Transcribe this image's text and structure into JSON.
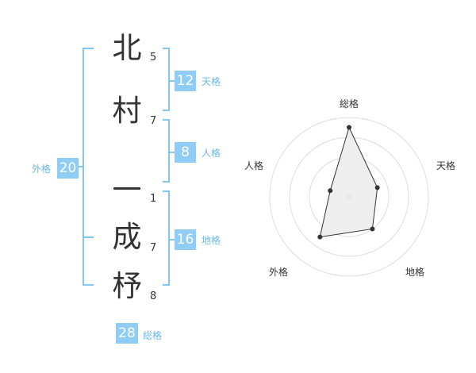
{
  "name": {
    "chars": [
      {
        "char": "北",
        "strokes": "5"
      },
      {
        "char": "村",
        "strokes": "7"
      },
      {
        "char": "一",
        "strokes": "1"
      },
      {
        "char": "成",
        "strokes": "7"
      },
      {
        "char": "杼",
        "strokes": "8"
      }
    ]
  },
  "fortune": {
    "tenkaku": {
      "value": "12",
      "label": "天格"
    },
    "jinkaku": {
      "value": "8",
      "label": "人格"
    },
    "chikaku": {
      "value": "16",
      "label": "地格"
    },
    "gaikaku": {
      "value": "20",
      "label": "外格"
    },
    "soukaku": {
      "value": "28",
      "label": "総格"
    }
  },
  "colors": {
    "accent": "#8fcdf6",
    "bracket": "#84c6f2",
    "label": "#6ab8ec",
    "text": "#333333",
    "ring": "#dddddd",
    "polygon_fill": "#ebebeb",
    "polygon_stroke": "#333333"
  },
  "chart_data": {
    "type": "radar",
    "axes": [
      "総格",
      "天格",
      "地格",
      "外格",
      "人格"
    ],
    "values": [
      28,
      12,
      16,
      20,
      8
    ],
    "levels": 4
  }
}
